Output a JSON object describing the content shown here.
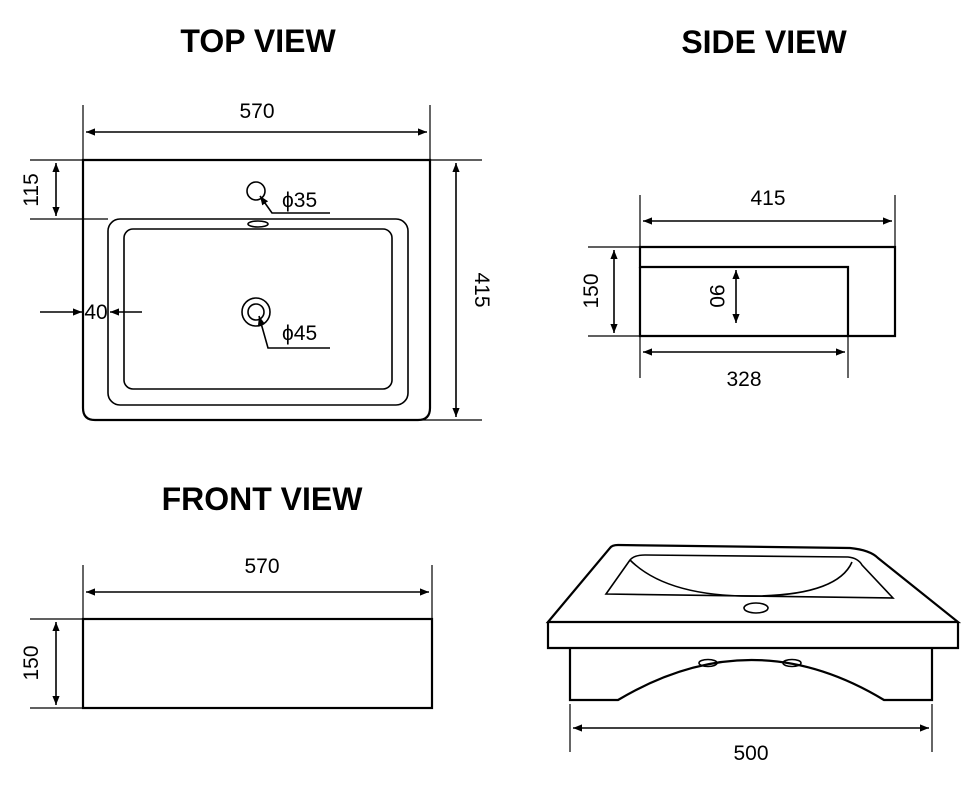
{
  "views": {
    "top": {
      "title": "TOP VIEW",
      "width": "570",
      "depth": "415",
      "tap_offset": "115",
      "rim": "40",
      "tap_hole": "ϕ35",
      "drain": "ϕ45"
    },
    "side": {
      "title": "SIDE VIEW",
      "depth": "415",
      "height": "150",
      "inner_height": "90",
      "bottom_depth": "328"
    },
    "front": {
      "title": "FRONT VIEW",
      "width": "570",
      "height": "150"
    },
    "perspective": {
      "base_width": "500"
    }
  }
}
